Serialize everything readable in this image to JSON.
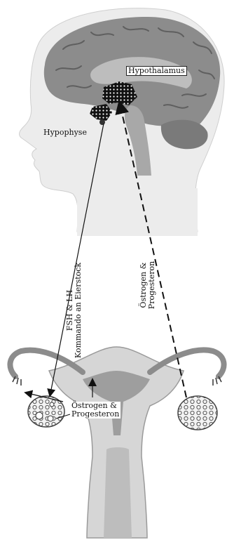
{
  "labels": {
    "hypothalamus": "Hypothalamus",
    "hypophyse": "Hypophyse",
    "fsh_lh_line1": "FSH & LH",
    "fsh_lh_line2": "Kommando an Eierstock",
    "oestrogen_up_line1": "Östrogen &",
    "oestrogen_up_line2": "Progesteron",
    "oestrogen_ovary_line1": "Östrogen &",
    "oestrogen_ovary_line2": "Progesteron"
  },
  "colors": {
    "skin": "#ececec",
    "brain": "#8c8c8c",
    "brain_dark": "#6b6b6b",
    "brain_light": "#bcbcbc",
    "uterus": "#d6d6d6",
    "uterus_dark": "#9a9a9a",
    "ink": "#111111"
  }
}
